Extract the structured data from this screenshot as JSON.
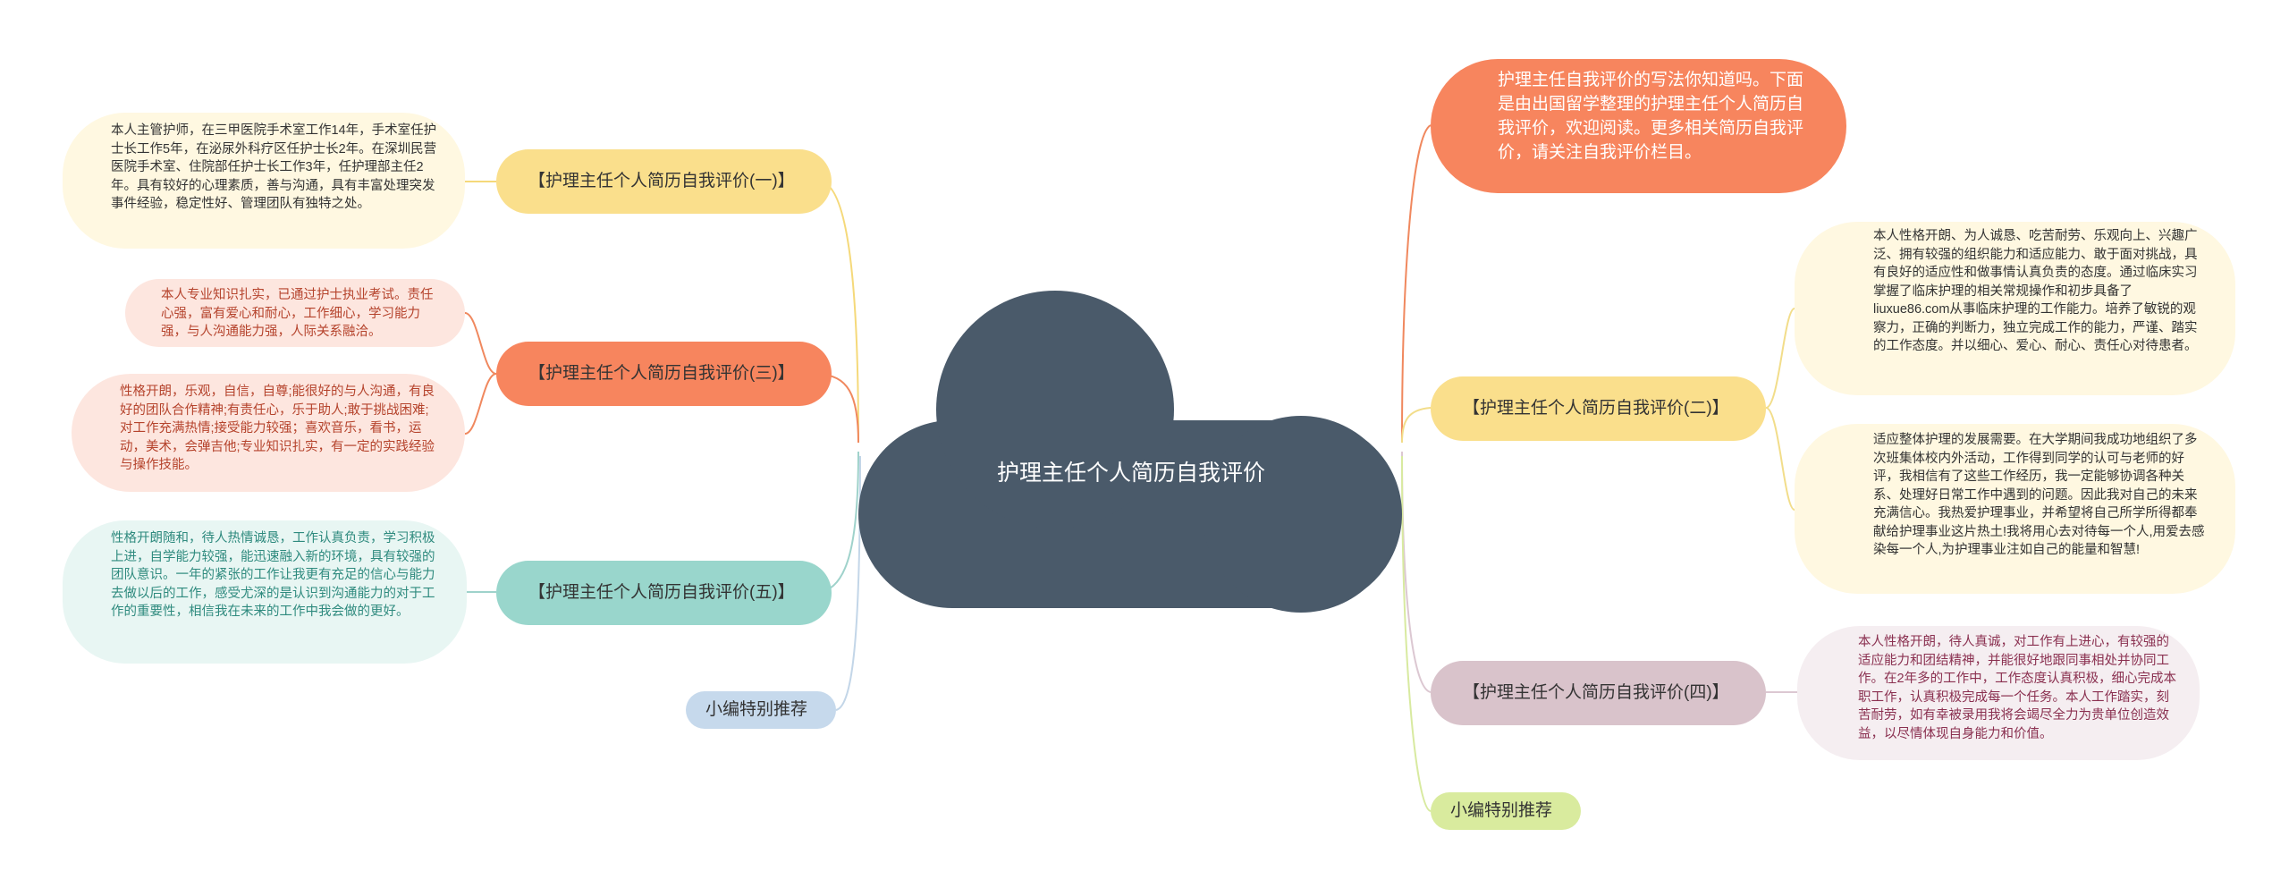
{
  "center": {
    "label": "护理主任个人简历自我评价"
  },
  "intro": {
    "text": "护理主任自我评价的写法你知道吗。下面是由出国留学整理的护理主任个人简历自我评价，欢迎阅读。更多相关简历自我评价，请关注自我评价栏目。"
  },
  "branches": [
    {
      "label": "【护理主任个人简历自我评价(一)】",
      "color": "#fadf8c"
    },
    {
      "label": "【护理主任个人简历自我评价(三)】",
      "color": "#f7855e"
    },
    {
      "label": "【护理主任个人简历自我评价(五)】",
      "color": "#99d6cc"
    },
    {
      "label": "小编特别推荐",
      "color": "#c6d9ec"
    },
    {
      "label": "【护理主任个人简历自我评价(二)】",
      "color": "#fadf8c"
    },
    {
      "label": "【护理主任个人简历自我评价(四)】",
      "color": "#d9c3cb"
    },
    {
      "label": "小编特别推荐",
      "color": "#d9eb9e"
    }
  ],
  "leaves": [
    {
      "text": "本人主管护师，在三甲医院手术室工作14年，手术室任护士长工作5年，在泌尿外科疗区任护士长2年。在深圳民营医院手术室、住院部任护士长工作3年，任护理部主任2年。具有较好的心理素质，善与沟通，具有丰富处理突发事件经验，稳定性好、管理团队有独特之处。",
      "color": "#fff8e1"
    },
    {
      "text": "本人专业知识扎实，已通过护士执业考试。责任心强，富有爱心和耐心，工作细心，学习能力强，与人沟通能力强，人际关系融洽。",
      "color": "#fde6df"
    },
    {
      "text": "性格开朗，乐观，自信，自尊;能很好的与人沟通，有良好的团队合作精神;有责任心，乐于助人;敢于挑战困难;对工作充满热情;接受能力较强；喜欢音乐，看书，运动，美术，会弹吉他;专业知识扎实，有一定的实践经验与操作技能。",
      "color": "#fde6df"
    },
    {
      "text": "性格开朗随和，待人热情诚恳，工作认真负责，学习积极上进，自学能力较强，能迅速融入新的环境，具有较强的团队意识。一年的紧张的工作让我更有充足的信心与能力去做以后的工作，感受尤深的是认识到沟通能力的对于工作的重要性，相信我在未来的工作中我会做的更好。",
      "color": "#e8f6f3"
    },
    {
      "text": "本人性格开朗、为人诚恳、吃苦耐劳、乐观向上、兴趣广泛、拥有较强的组织能力和适应能力、敢于面对挑战，具有良好的适应性和做事情认真负责的态度。通过临床实习掌握了临床护理的相关常规操作和初步具备了liuxue86.com从事临床护理的工作能力。培养了敏锐的观察力，正确的判断力，独立完成工作的能力，严谨、踏实的工作态度。并以细心、爱心、耐心、责任心对待患者。",
      "color": "#fff8e1"
    },
    {
      "text": "适应整体护理的发展需要。在大学期间我成功地组织了多次班集体校内外活动，工作得到同学的认可与老师的好评，我相信有了这些工作经历，我一定能够协调各种关系、处理好日常工作中遇到的问题。因此我对自己的未来充满信心。我热爱护理事业，并希望将自己所学所得都奉献给护理事业这片热土!我将用心去对待每一个人,用爱去感染每一个人,为护理事业注如自己的能量和智慧!",
      "color": "#fff8e1"
    },
    {
      "text": "本人性格开朗，待人真诚，对工作有上进心，有较强的适应能力和团结精神，并能很好地跟同事相处并协同工作。在2年多的工作中，工作态度认真积极，细心完成本职工作，认真积极完成每一个任务。本人工作踏实，刻苦耐劳，如有幸被录用我将会竭尽全力为贵单位创造效益，以尽情体现自身能力和价值。",
      "color": "#f5eef1"
    }
  ],
  "links": {
    "b1": "#f5d97a",
    "b3": "#f0885e",
    "b5": "#9fd2cb",
    "rec_left": "#c3d6e8",
    "intro": "#f0885e",
    "b2": "#f2dd8a",
    "b4": "#dcc8d2",
    "rec_right": "#d8eaa0"
  }
}
